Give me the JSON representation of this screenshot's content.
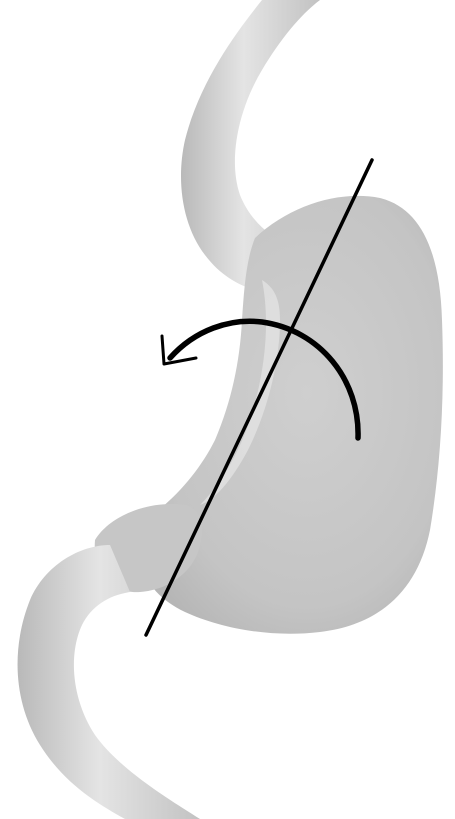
{
  "diagram": {
    "subject": "stomach-illustration",
    "colors": {
      "background": "#ffffff",
      "organ_fill": "#c9c9c9",
      "organ_light": "#e6e6e6",
      "organ_shadow": "#b4b4b4",
      "organ_edge": "#bdbdbd",
      "line": "#000000"
    },
    "elements": {
      "stomach": "stomach-shape",
      "esophagus": "esophagus-tube",
      "duodenum": "duodenum-tube",
      "axis": "axis-line",
      "rotation_arrow": "rotation-arrow"
    }
  }
}
